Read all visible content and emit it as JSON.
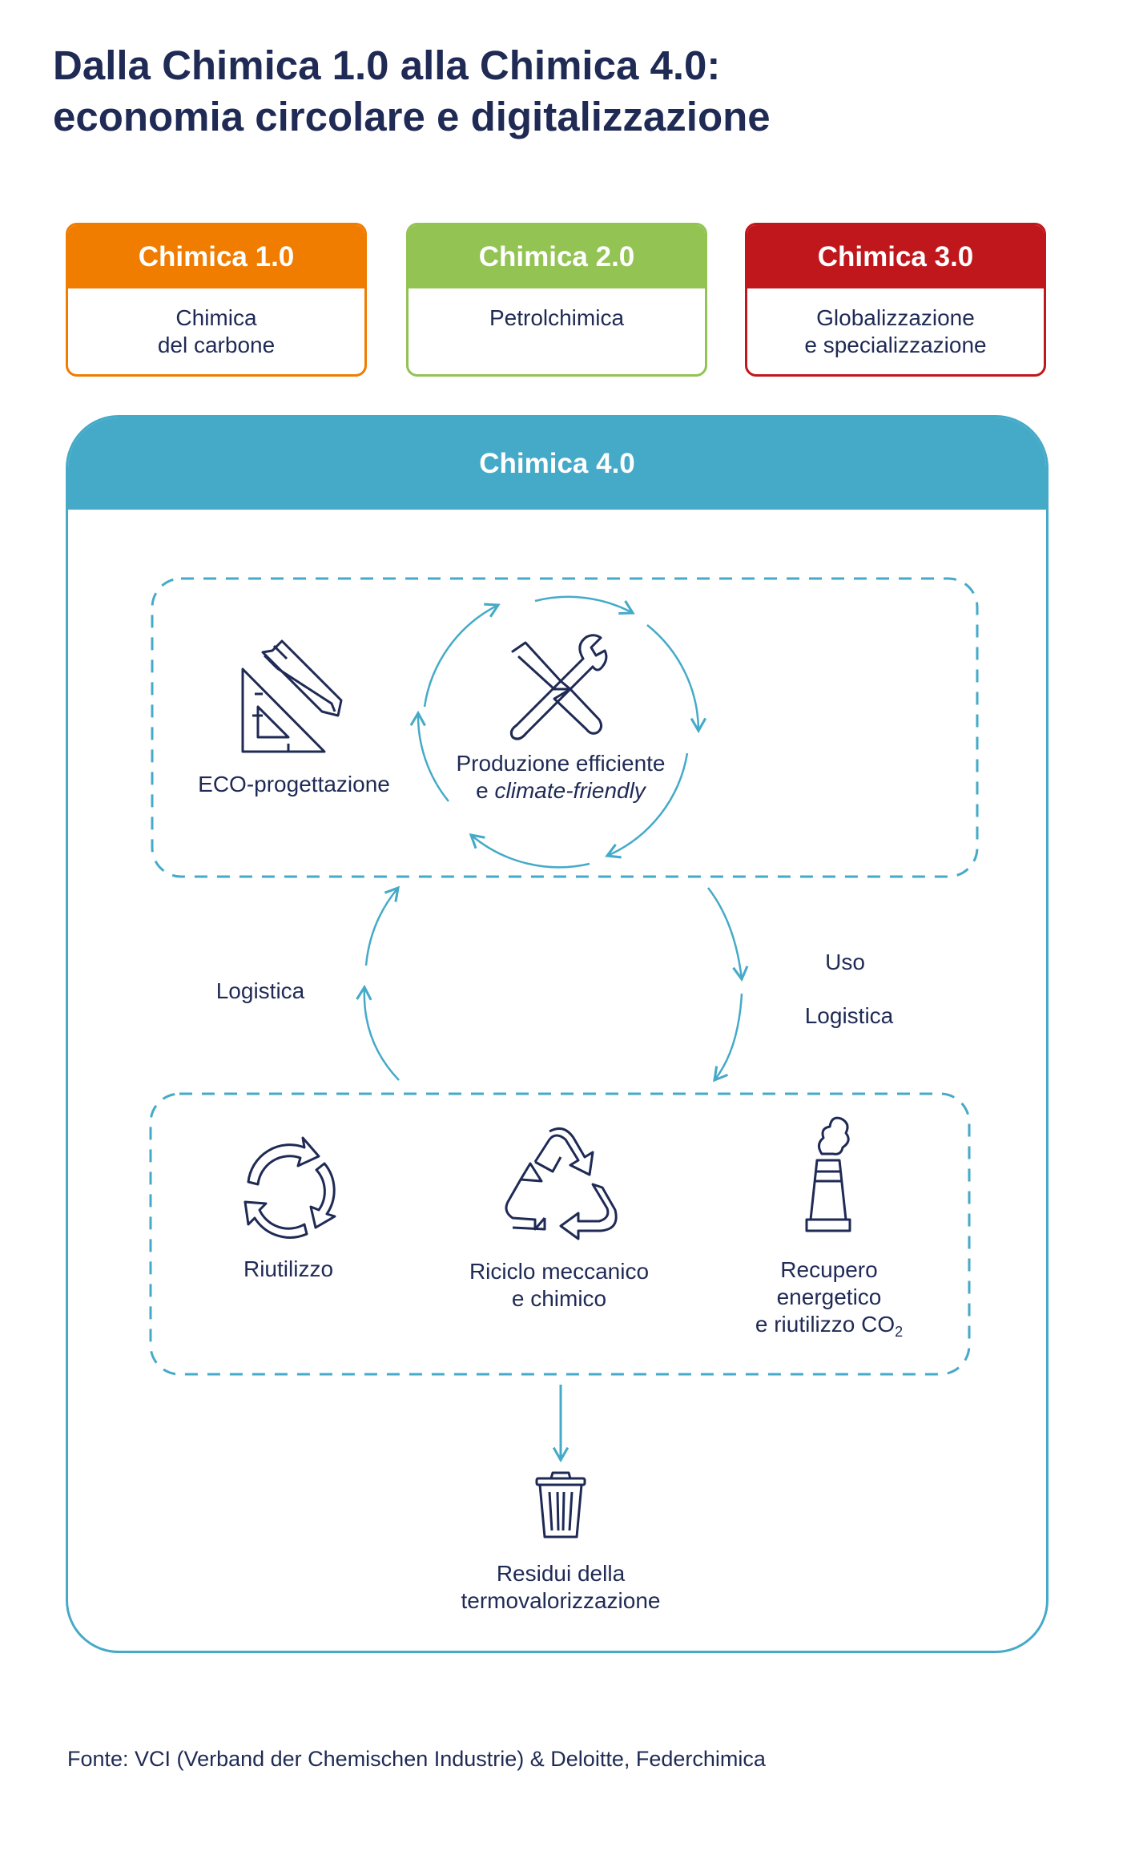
{
  "title": {
    "line1": "Dalla Chimica 1.0 alla Chimica 4.0:",
    "line2": "economia circolare e digitalizzazione"
  },
  "eras": [
    {
      "name": "Chimica 1.0",
      "line1": "Chimica",
      "line2": "del carbone",
      "color": "#f07c00"
    },
    {
      "name": "Chimica 2.0",
      "line1": "Petrolchimica",
      "line2": "",
      "color": "#92c353"
    },
    {
      "name": "Chimica 3.0",
      "line1": "Globalizzazione",
      "line2": "e specializzazione",
      "color": "#c0171c"
    }
  ],
  "chimica4": {
    "name": "Chimica 4.0",
    "color": "#45aac8",
    "eco_design": "ECO-progettazione",
    "production_line1": "Produzione efficiente",
    "production_line2_prefix": "e ",
    "production_line2_italic": "climate-friendly",
    "logistics_left": "Logistica",
    "use_label": "Uso",
    "logistics_right": "Logistica",
    "reuse": "Riutilizzo",
    "recycle_line1": "Riciclo meccanico",
    "recycle_line2": "e chimico",
    "recovery_line1": "Recupero",
    "recovery_line2": "energetico",
    "recovery_line3_prefix": "e riutilizzo CO",
    "recovery_line3_sub": "2",
    "residue_line1": "Residui della",
    "residue_line2": "termovalorizzazione"
  },
  "icons": {
    "eco_design": "ruler-pencil-icon",
    "production": "wrench-screwdriver-icon",
    "reuse": "reuse-arrows-icon",
    "recycle": "recycle-icon",
    "recovery": "chimney-icon",
    "residue": "trash-bin-icon"
  },
  "source": "Fonte: VCI (Verband der Chemischen Industrie) & Deloitte, Federchimica"
}
